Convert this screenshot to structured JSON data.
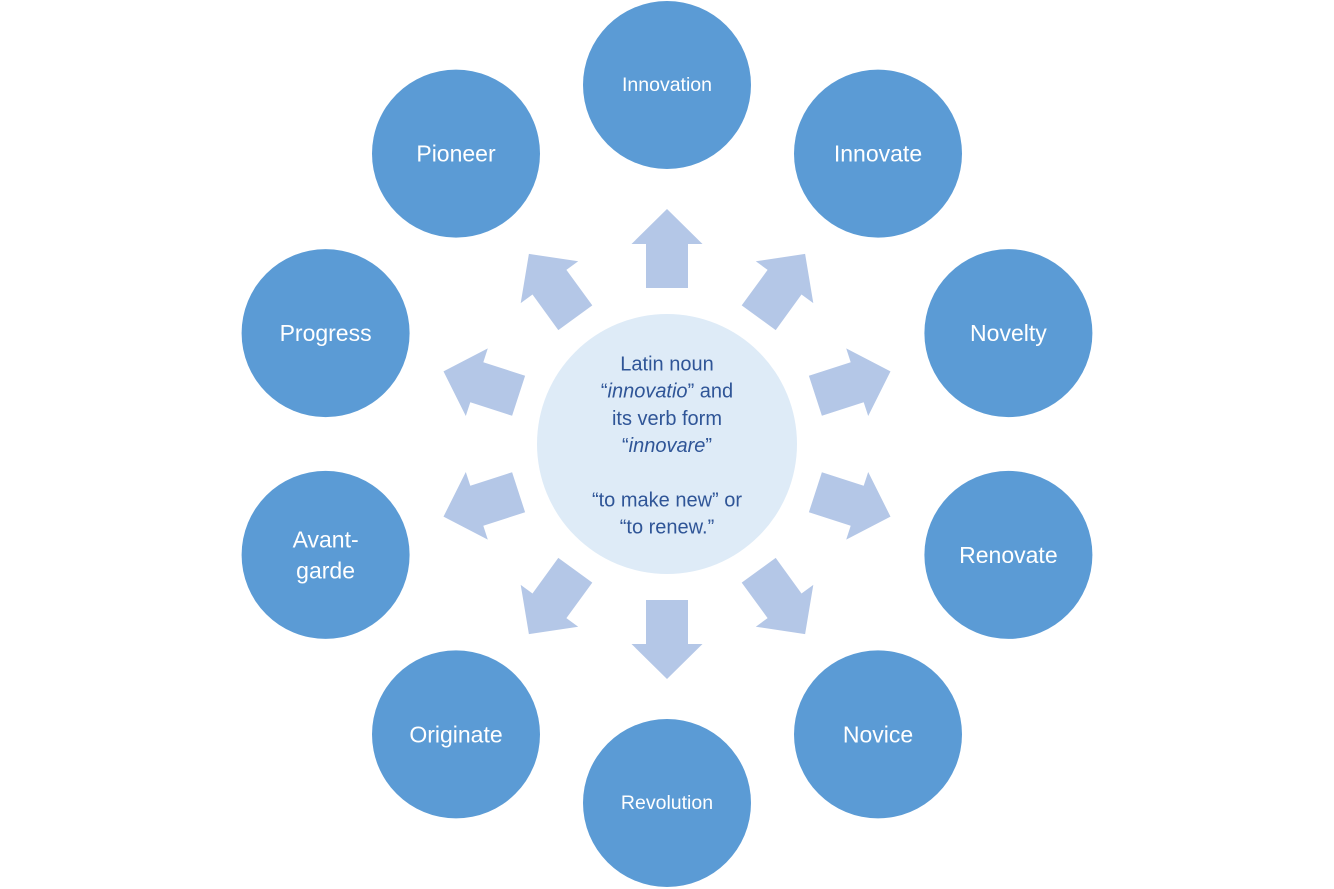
{
  "diagram": {
    "type": "radial",
    "colors": {
      "outer_fill": "#5B9BD5",
      "arrow_fill": "#B4C7E7",
      "center_fill": "#DEEBF7",
      "center_text": "#2F5597",
      "outer_text": "#FFFFFF"
    },
    "center": {
      "lines": [
        [
          {
            "text": "Latin noun",
            "italic": false
          }
        ],
        [
          {
            "text": "“",
            "italic": false
          },
          {
            "text": "innovatio",
            "italic": true
          },
          {
            "text": "” and",
            "italic": false
          }
        ],
        [
          {
            "text": "its verb form",
            "italic": false
          }
        ],
        [
          {
            "text": "“",
            "italic": false
          },
          {
            "text": "innovare",
            "italic": true
          },
          {
            "text": "”",
            "italic": false
          }
        ],
        [],
        [
          {
            "text": "“to make new” or",
            "italic": false
          }
        ],
        [
          {
            "text": "“to renew.”",
            "italic": false
          }
        ]
      ]
    },
    "nodes": [
      {
        "label_lines": [
          "Innovation"
        ],
        "small": true
      },
      {
        "label_lines": [
          "Innovate"
        ],
        "small": false
      },
      {
        "label_lines": [
          "Novelty"
        ],
        "small": false
      },
      {
        "label_lines": [
          "Renovate"
        ],
        "small": false
      },
      {
        "label_lines": [
          "Novice"
        ],
        "small": false
      },
      {
        "label_lines": [
          "Revolution"
        ],
        "small": true
      },
      {
        "label_lines": [
          "Originate"
        ],
        "small": false
      },
      {
        "label_lines": [
          "Avant-",
          "garde"
        ],
        "small": false
      },
      {
        "label_lines": [
          "Progress"
        ],
        "small": false
      },
      {
        "label_lines": [
          "Pioneer"
        ],
        "small": false
      }
    ]
  }
}
